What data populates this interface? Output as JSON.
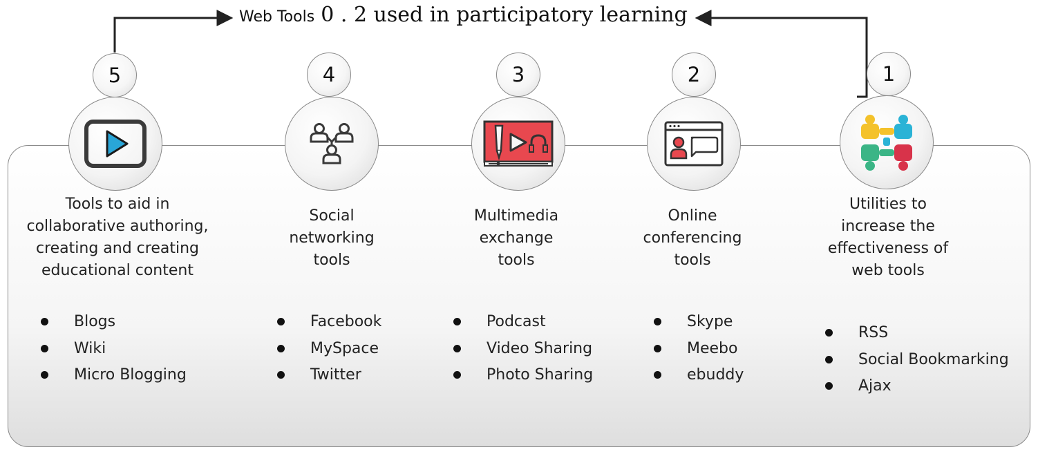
{
  "title": {
    "part1": "Web Tools",
    "part2": "0 . 2 used in participatory learning"
  },
  "columns": [
    {
      "number": "5",
      "icon": "play-video-icon",
      "title_lines": [
        "Tools to aid in",
        "collaborative authoring,",
        "creating and creating",
        "educational content"
      ],
      "items": [
        "Blogs",
        "Wiki",
        "Micro Blogging"
      ]
    },
    {
      "number": "4",
      "icon": "social-network-icon",
      "title_lines": [
        "Social",
        "networking",
        "tools"
      ],
      "items": [
        "Facebook",
        "MySpace",
        "Twitter"
      ]
    },
    {
      "number": "3",
      "icon": "multimedia-icon",
      "title_lines": [
        "Multimedia",
        "exchange",
        "tools"
      ],
      "items": [
        "Podcast",
        "Video Sharing",
        "Photo Sharing"
      ]
    },
    {
      "number": "2",
      "icon": "video-chat-icon",
      "title_lines": [
        "Online",
        "conferencing",
        "tools"
      ],
      "items": [
        "Skype",
        "Meebo",
        "ebuddy"
      ]
    },
    {
      "number": "1",
      "icon": "puzzle-people-icon",
      "title_lines": [
        "Utilities to",
        "increase the",
        "effectiveness of",
        "web tools"
      ],
      "items": [
        "RSS",
        "Social Bookmarking",
        "Ajax"
      ]
    }
  ],
  "colors": {
    "play": "#29a6d8",
    "multimedia_bg": "#e8484f",
    "multimedia_dark": "#333333",
    "puzzle": [
      "#f4c22b",
      "#2ab3d6",
      "#3bb586",
      "#d8334a"
    ]
  }
}
